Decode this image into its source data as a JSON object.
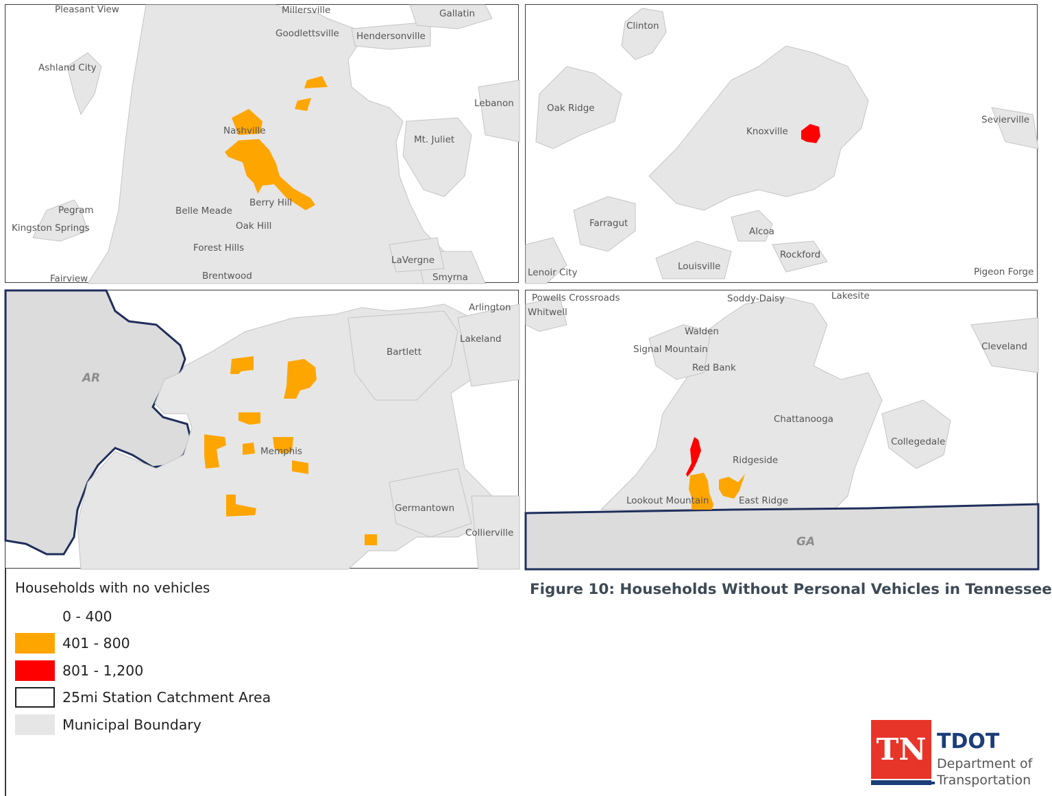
{
  "maps": {
    "nashville": {
      "labels": [
        "Pleasant View",
        "Millersville",
        "Gallatin",
        "Goodlettsville",
        "Hendersonville",
        "Ashland City",
        "Lebanon",
        "Nashville",
        "Mt. Juliet",
        "Pegram",
        "Belle Meade",
        "Berry Hill",
        "Kingston Springs",
        "Oak Hill",
        "Forest Hills",
        "LaVergne",
        "Fairview",
        "Brentwood",
        "Smyrna"
      ]
    },
    "knoxville": {
      "labels": [
        "Clinton",
        "Oak Ridge",
        "Knoxville",
        "Sevierville",
        "Farragut",
        "Alcoa",
        "Rockford",
        "Louisville",
        "Lenoir City",
        "Pigeon Forge"
      ]
    },
    "memphis": {
      "labels": [
        "Arlington",
        "Lakeland",
        "Bartlett",
        "Memphis",
        "Germantown",
        "Collierville"
      ],
      "state": "AR"
    },
    "chattanooga": {
      "labels": [
        "Powells Crossroads",
        "Soddy-Daisy",
        "Lakesite",
        "Whitwell",
        "Walden",
        "Signal Mountain",
        "Cleveland",
        "Red Bank",
        "Chattanooga",
        "Collegedale",
        "Ridgeside",
        "Lookout Mountain",
        "East Ridge"
      ],
      "state": "GA"
    }
  },
  "legend": {
    "title": "Households with no vehicles",
    "items": [
      {
        "label": "0 - 400",
        "color": "#ffffff"
      },
      {
        "label": "401 - 800",
        "color": "#ffa500"
      },
      {
        "label": "801 - 1,200",
        "color": "#ff0000"
      },
      {
        "label": "25mi Station Catchment Area",
        "color": "#1f1f1f"
      },
      {
        "label": "Municipal Boundary",
        "color": "#e6e6e6"
      }
    ]
  },
  "figure_title": "Figure 10: Households Without Personal Vehicles in Tennessee",
  "logo": {
    "mark": "TN",
    "name": "TDOT",
    "line1": "Department of",
    "line2": "Transportation"
  }
}
